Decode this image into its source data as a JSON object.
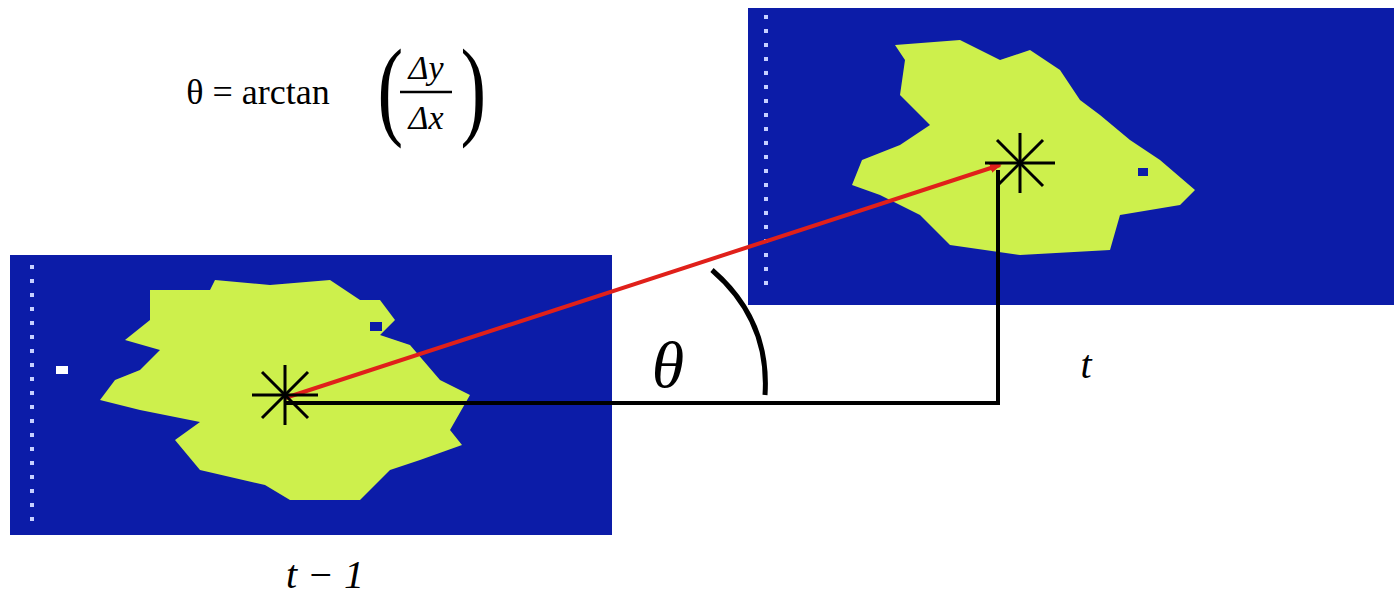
{
  "diagram": {
    "labels": [
      "θ = arctan",
      "(",
      "Δy",
      "Δx",
      ")",
      "θ",
      "t",
      "t − 1"
    ]
  }
}
